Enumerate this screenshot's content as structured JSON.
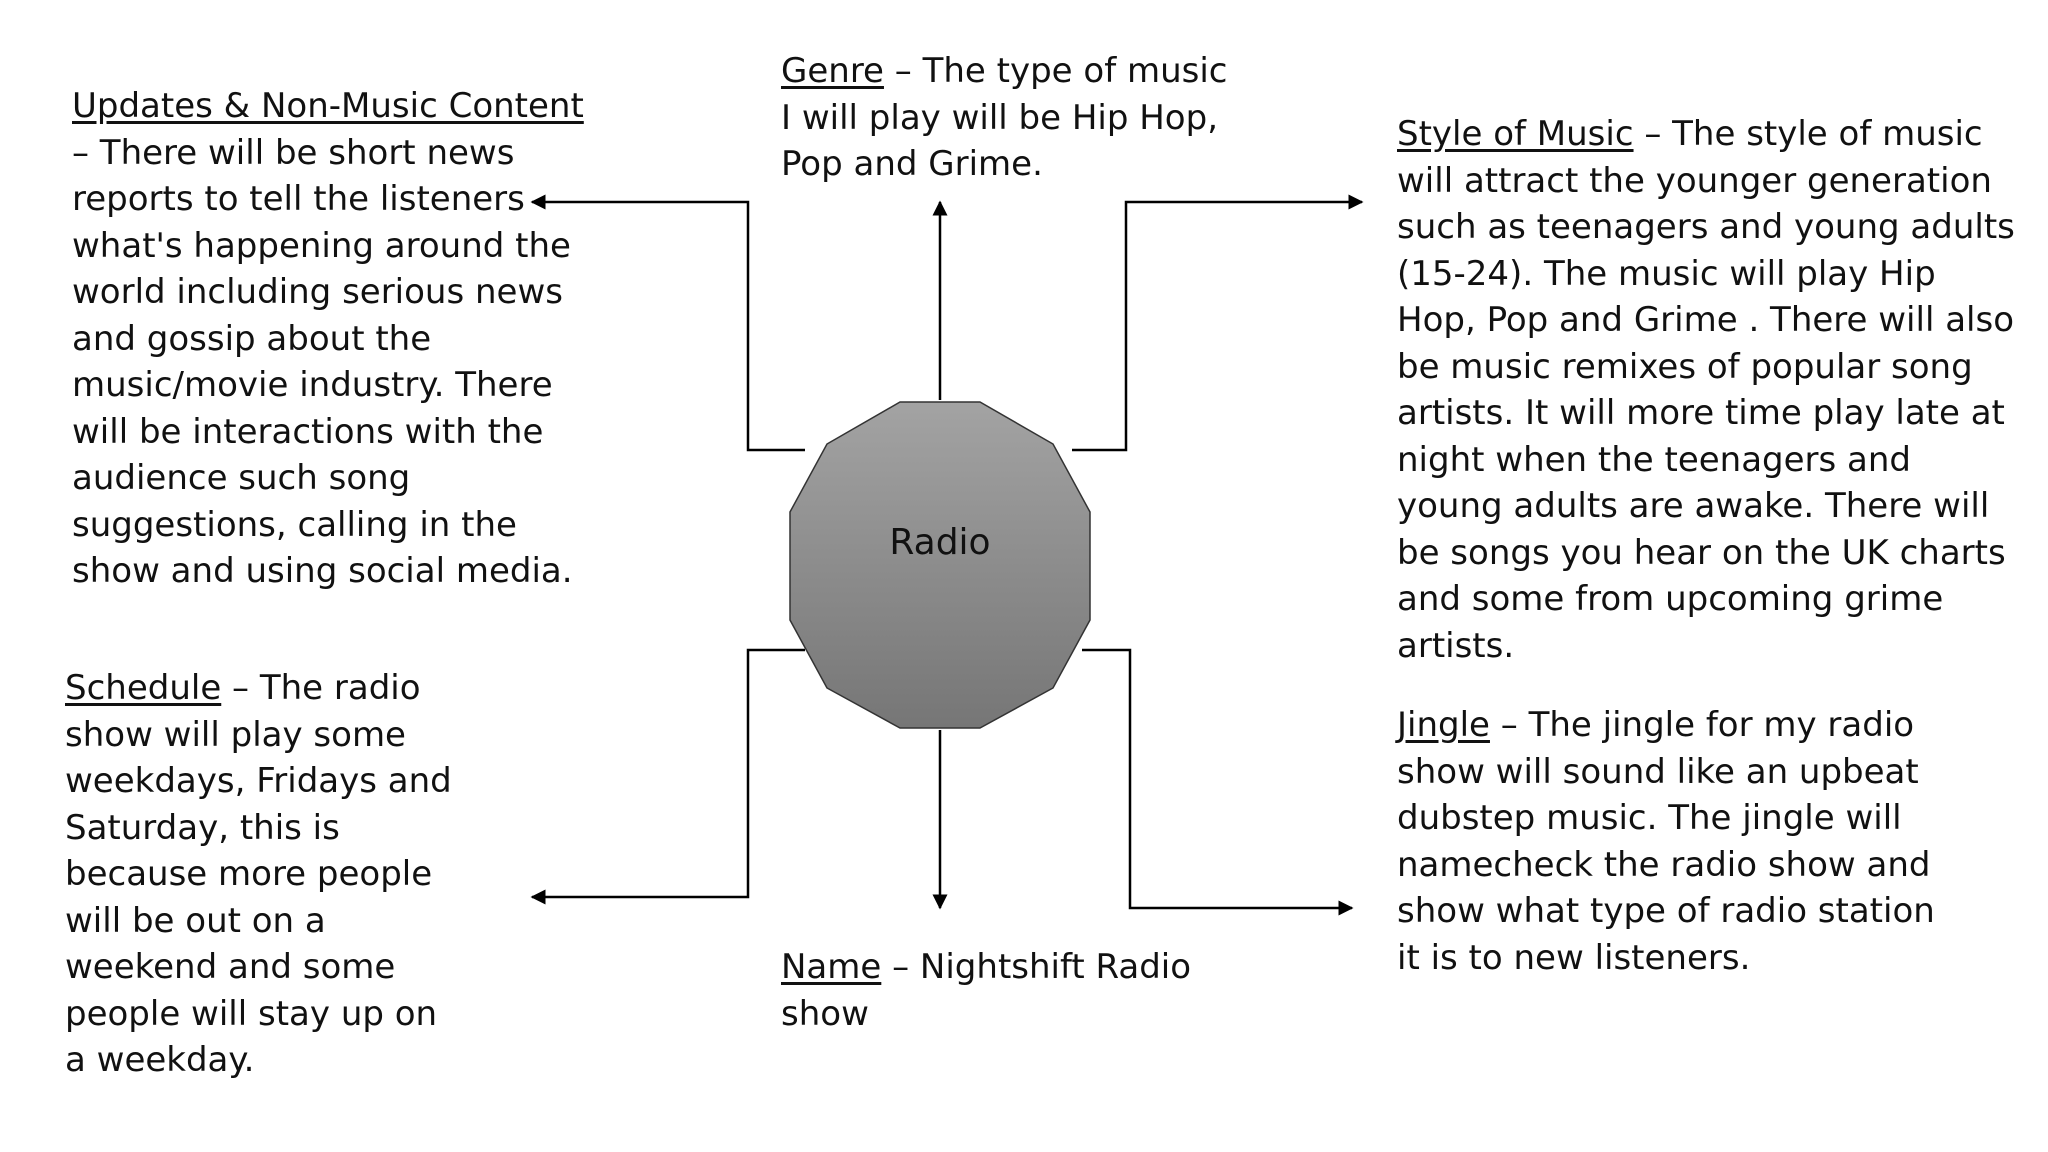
{
  "center": {
    "label": "Radio"
  },
  "nodes": {
    "updates": {
      "heading": "Updates & Non-Music Content",
      "text": " – There will be short news reports to tell the listeners what's happening around the world including serious news and gossip about the music/movie industry. There will be interactions with the audience such song suggestions, calling in the show and using social media."
    },
    "genre": {
      "heading": "Genre",
      "text": " – The type of music I will play will be Hip Hop, Pop and Grime."
    },
    "style": {
      "heading": "Style of Music",
      "text": " – The style of music will attract the younger generation such as teenagers and young adults (15-24). The music will play Hip Hop, Pop and Grime . There will also be music remixes of popular song artists. It will more time play late at night when the teenagers and young adults are awake. There will be songs you hear on the UK charts and some from upcoming grime artists."
    },
    "schedule": {
      "heading": "Schedule",
      "text": " – The radio show will play some weekdays, Fridays and Saturday, this is because more people will be out on a weekend and some people will stay up on a weekday."
    },
    "name": {
      "heading": "Name",
      "text": " – Nightshift Radio show"
    },
    "jingle": {
      "heading": "Jingle",
      "text": " – The jingle for my radio show will sound like an upbeat dubstep music. The jingle will namecheck the radio show and show what type of radio station it is to new listeners."
    }
  }
}
